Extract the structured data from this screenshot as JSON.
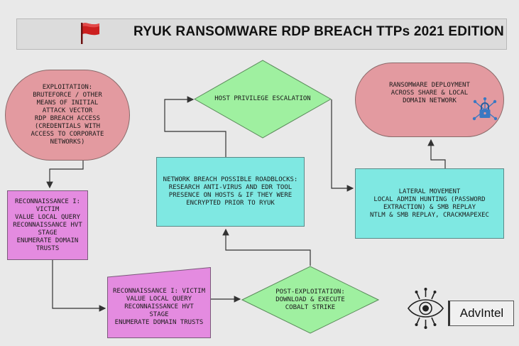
{
  "title": "RYUK RANSOMWARE RDP BREACH TTPs 2021 EDITION",
  "nodes": {
    "exploitation": "EXPLOITATION:\nBRUTEFORCE / OTHER\nMEANS OF INITIAL\nATTACK VECTOR\nRDP BREACH ACCESS\n(CREDENTIALS WITH\nACCESS TO CORPORATE\nNETWORKS)",
    "recon1": "RECONNAISSANCE I: VICTIM\nVALUE LOCAL QUERY\nRECONNAISSANCE HVT\nSTAGE\nENUMERATE DOMAIN TRUSTS",
    "recon2": "RECONNAISSANCE I: VICTIM\nVALUE LOCAL QUERY\nRECONNAISSANCE HVT\nSTAGE\nENUMERATE DOMAIN TRUSTS",
    "post_exploitation": "POST-EXPLOITATION:\nDOWNLOAD & EXECUTE\nCOBALT STRIKE",
    "network_breach": "NETWORK BREACH POSSIBLE ROADBLOCKS:\nRESEARCH ANTI-VIRUS AND EDR TOOL\nPRESENCE ON HOSTS & IF THEY WERE\nENCRYPTED PRIOR TO RYUK",
    "privilege_escalation": "HOST PRIVILEGE ESCALATION",
    "lateral_movement": "LATERAL MOVEMENT\nLOCAL ADMIN HUNTING (PASSWORD\nEXTRACTION) & SMB REPLAY\nNTLM & SMB REPLAY, CRACKMAPEXEC",
    "deployment": "RANSOMWARE DEPLOYMENT\nACROSS SHARE & LOCAL\nDOMAIN NETWORK"
  },
  "logo": {
    "name": "AdvIntel"
  },
  "icons": {
    "flag": "red-flag-icon",
    "lock": "network-lock-icon",
    "logo": "eye-circuit-logo-icon"
  },
  "colors": {
    "pink": "#e39aa0",
    "magenta": "#e48be0",
    "cyan": "#7fe8e2",
    "green": "#9ff0a0",
    "flag_red": "#cc1f1f"
  }
}
